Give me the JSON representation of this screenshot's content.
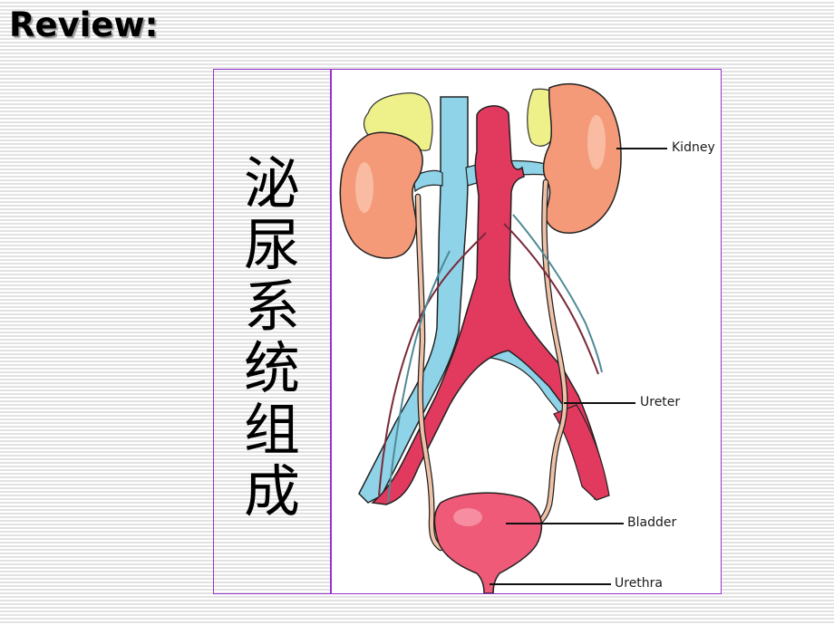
{
  "slide": {
    "title": "Review:",
    "vertical_heading": [
      "泌",
      "尿",
      "系",
      "统",
      "组",
      "成"
    ],
    "vertical_heading_full": "泌尿系统组成"
  },
  "figure": {
    "description": "urinary-system-anatomy-illustration",
    "labels": {
      "kidney": "Kidney",
      "ureter": "Ureter",
      "bladder": "Bladder",
      "urethra": "Urethra"
    },
    "colors": {
      "kidney": "#f49a78",
      "adrenal": "#eef08a",
      "artery": "#e2395f",
      "vein": "#8fd3e8",
      "ureter": "#efc2a8",
      "bladder": "#ee5a77",
      "outline": "#222222",
      "border": "#9933cc"
    }
  }
}
